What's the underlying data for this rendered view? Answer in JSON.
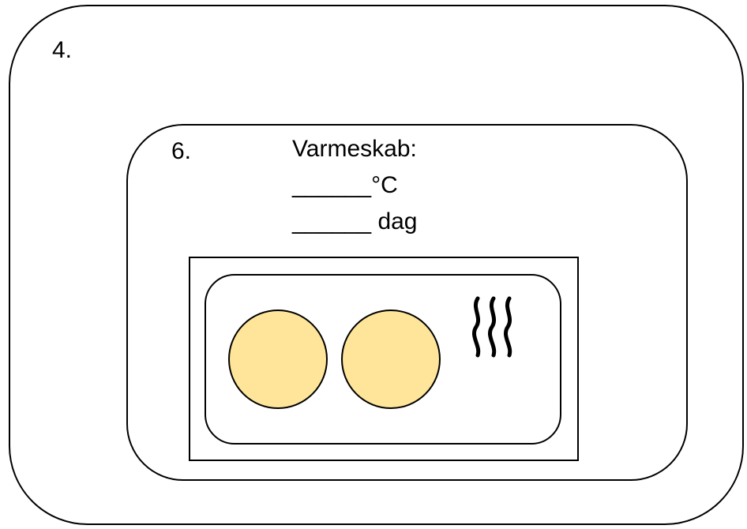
{
  "outer": {
    "step_label": "4."
  },
  "inner": {
    "step_label": "6.",
    "title": "Varmeskab:",
    "temperature_line": "______°C",
    "days_line": "______ dag"
  },
  "colors": {
    "dish_fill": "#fee599",
    "outline": "#000000"
  },
  "icons": {
    "heat": "heat-waves-icon"
  }
}
